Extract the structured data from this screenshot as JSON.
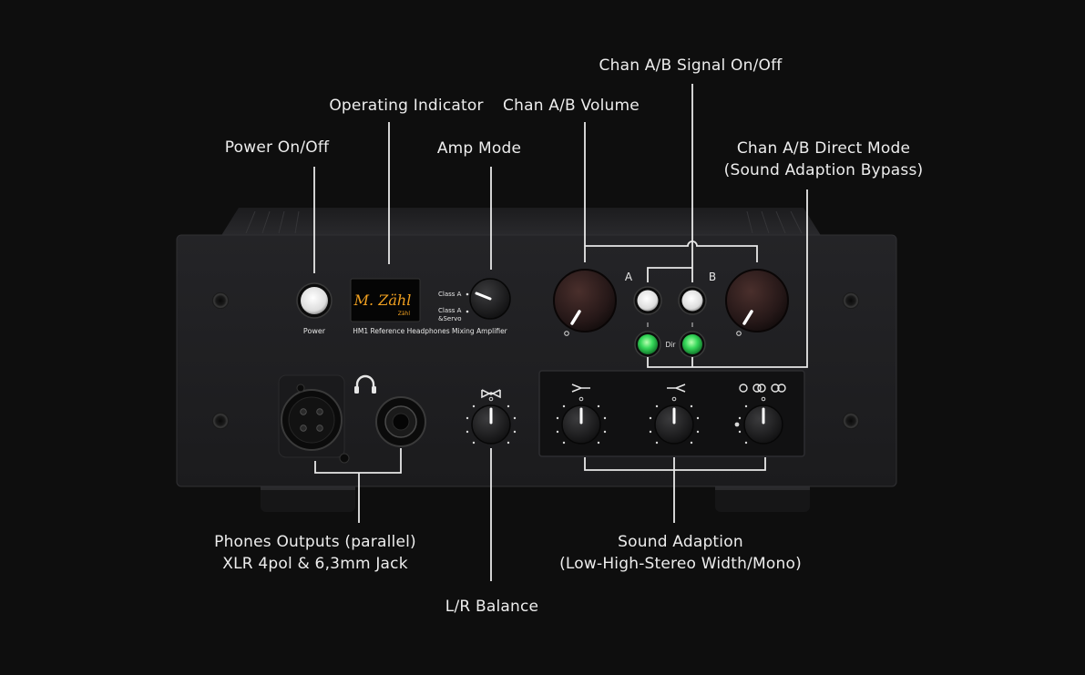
{
  "callouts": {
    "power": "Power On/Off",
    "operating_indicator": "Operating Indicator",
    "amp_mode": "Amp Mode",
    "volume": "Chan A/B Volume",
    "signal": "Chan A/B Signal On/Off",
    "direct_mode_line1": "Chan A/B Direct Mode",
    "direct_mode_line2": "(Sound Adaption Bypass)",
    "phones_line1": "Phones Outputs (parallel)",
    "phones_line2": "XLR 4pol & 6,3mm Jack",
    "balance": "L/R Balance",
    "sound_line1": "Sound Adaption",
    "sound_line2": "(Low-High-Stereo Width/Mono)"
  },
  "panel": {
    "power_label": "Power",
    "logo_signature": "M. Zähl",
    "logo_brand": "Zähl",
    "model_text": "HM1 Reference Headphones Mixing Amplifier",
    "mode_option_1": "Class A",
    "mode_option_2a": "Class A",
    "mode_option_2b": "&Servo",
    "chan_a": "A",
    "chan_b": "B",
    "dir": "Dir"
  },
  "colors": {
    "background": "#0e0e0e",
    "chassis": "#202022",
    "callout_text": "#ededed",
    "leader_line": "#e8e8e8",
    "led_green": "#36d85a",
    "logo_gold": "#f0a020"
  }
}
